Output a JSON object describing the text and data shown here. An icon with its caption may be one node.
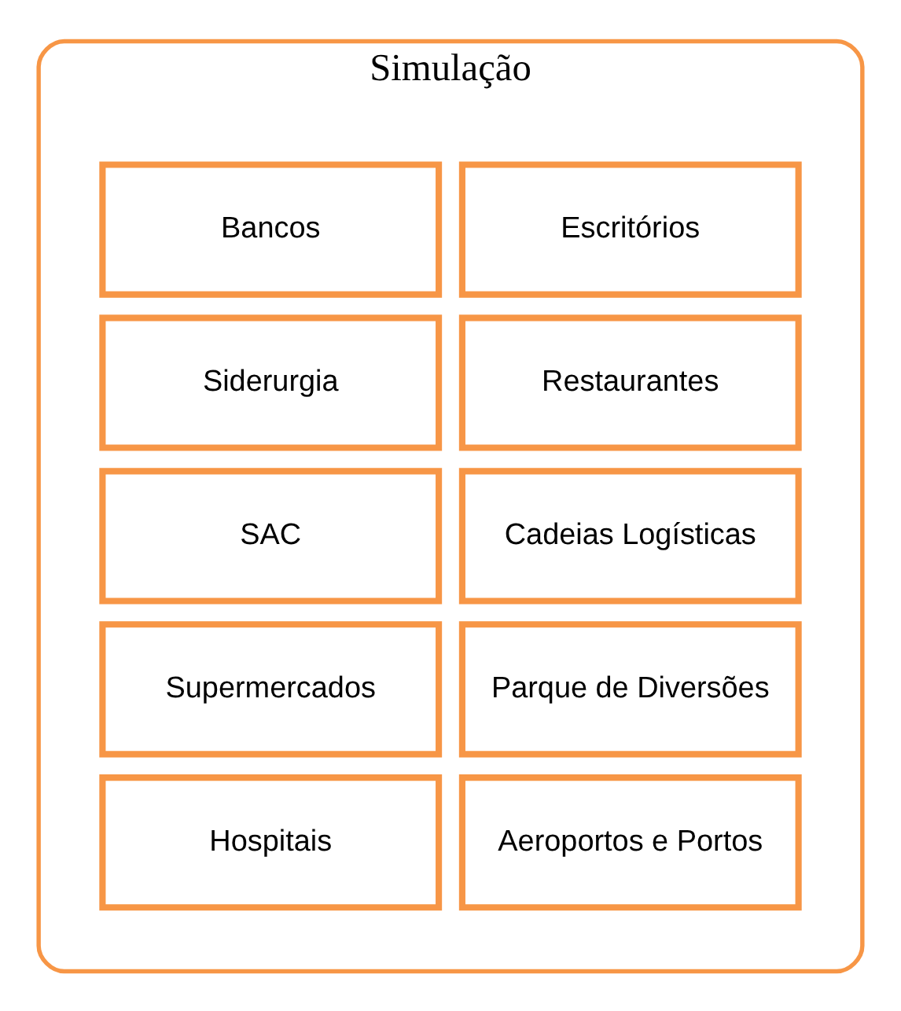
{
  "diagram": {
    "nodes": [
      {
        "text": [
          "Simulação"
        ]
      },
      {
        "text": [
          "Escritórios"
        ],
        "in": 0
      },
      {
        "text": [
          "Bancos"
        ],
        "in": 0
      },
      {
        "text": [
          "Restaurantes"
        ],
        "in": 0
      },
      {
        "text": [
          "Siderurgia"
        ],
        "in": 0
      },
      {
        "text": [
          "Cadeias Logísticas"
        ],
        "in": 0
      },
      {
        "text": [
          "SAC"
        ],
        "in": 0
      },
      {
        "text": [
          "Parque de Diversões"
        ],
        "in": 0
      },
      {
        "text": [
          "Supermercados"
        ],
        "in": 0
      },
      {
        "text": [
          "Aeroportos e Portos"
        ],
        "in": 0
      },
      {
        "text": [
          "Hospitais"
        ],
        "in": 0
      }
    ],
    "edges": []
  }
}
